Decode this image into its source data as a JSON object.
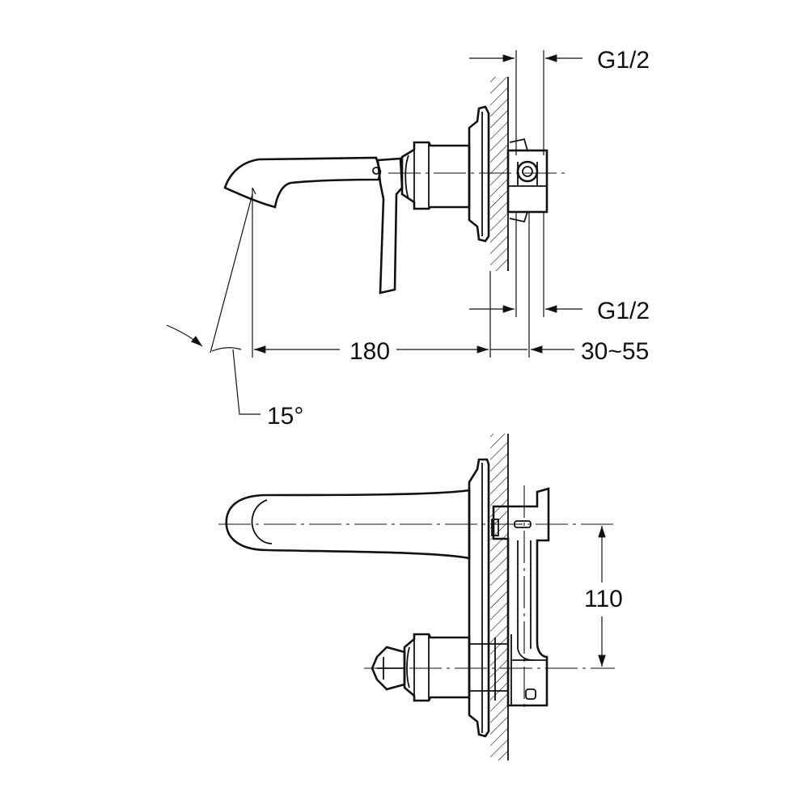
{
  "drawing": {
    "side_view": {
      "thread_top_label": "G1/2",
      "thread_bottom_label": "G1/2",
      "spout_projection_label": "180",
      "wall_depth_label": "30~55",
      "angle_label": "15°"
    },
    "top_view": {
      "center_distance_label": "110"
    }
  }
}
